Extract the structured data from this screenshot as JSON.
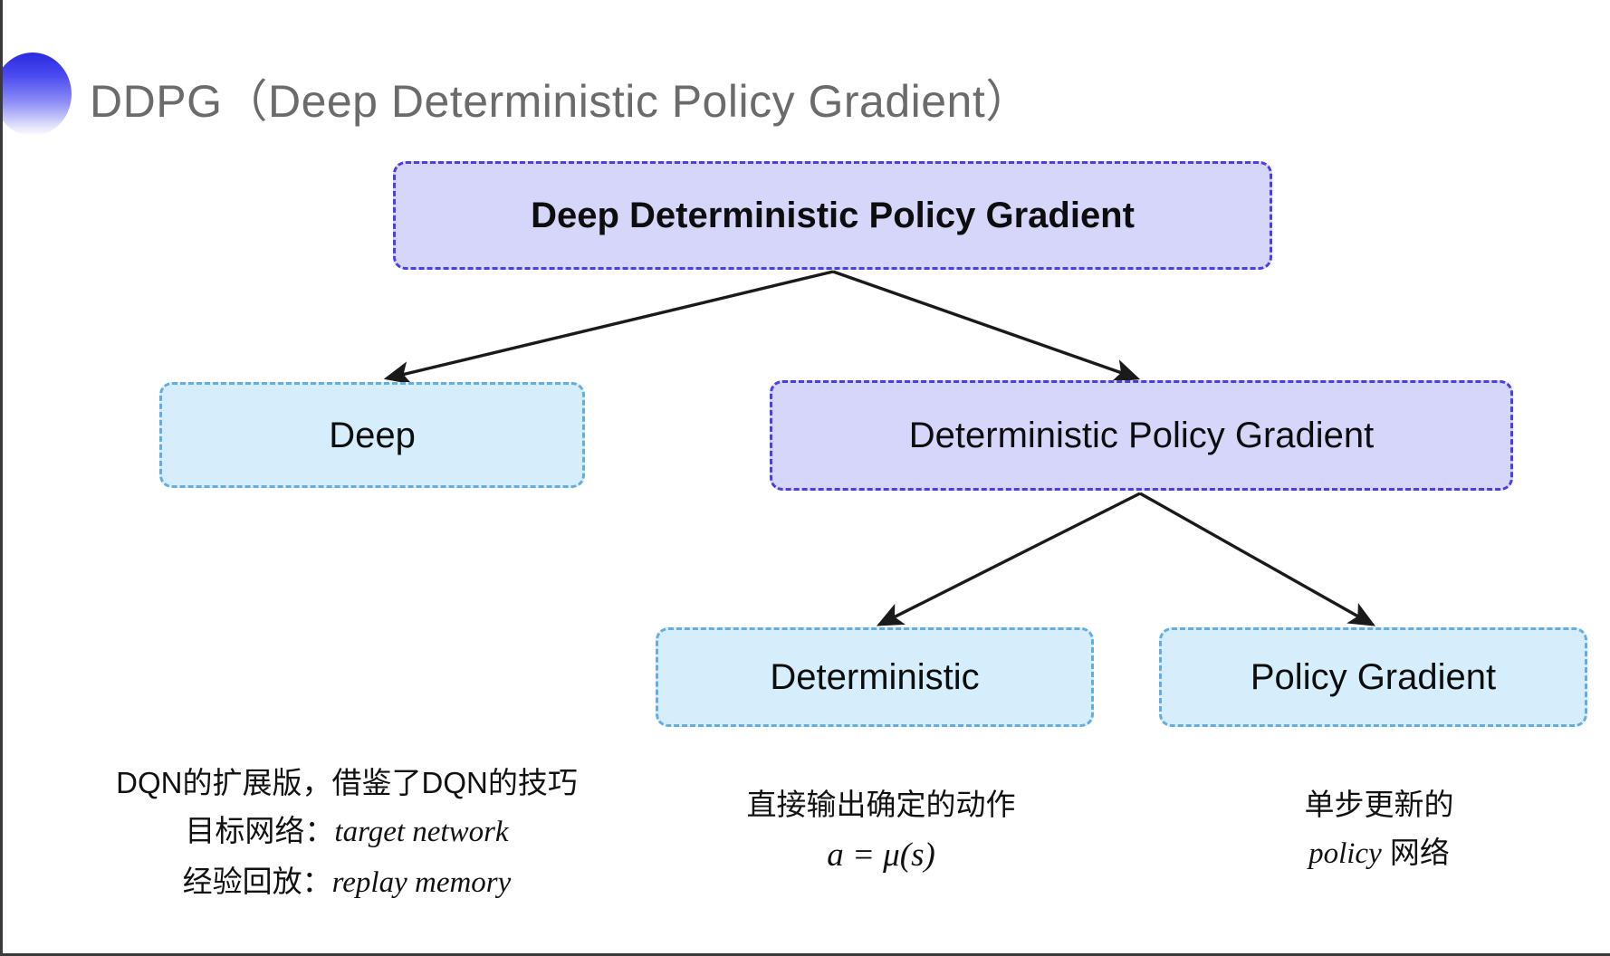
{
  "slide": {
    "title": "DDPG（Deep Deterministic Policy Gradient）",
    "background_color": "#ffffff"
  },
  "colors": {
    "purple_fill": "#d6d6fb",
    "purple_border": "#4a3fe0",
    "blue_fill": "#d6eefb",
    "blue_border": "#63aede",
    "title_text": "#6b6b6b",
    "arrow": "#1a1a1a",
    "bullet_gradient_from": "#2a2ae0",
    "bullet_gradient_to": "#ffffff"
  },
  "diagram": {
    "type": "tree",
    "nodes": {
      "root": {
        "label": "Deep Deterministic Policy Gradient",
        "style": "purple"
      },
      "deep": {
        "label": "Deep",
        "style": "blue"
      },
      "dpg": {
        "label": "Deterministic Policy Gradient",
        "style": "purple"
      },
      "deterministic": {
        "label": "Deterministic",
        "style": "blue"
      },
      "policy_gradient": {
        "label": "Policy Gradient",
        "style": "blue"
      }
    },
    "edges": [
      {
        "from": "root",
        "to": "deep"
      },
      {
        "from": "root",
        "to": "dpg"
      },
      {
        "from": "dpg",
        "to": "deterministic"
      },
      {
        "from": "dpg",
        "to": "policy_gradient"
      }
    ]
  },
  "annotations": {
    "deep": {
      "line1": "DQN的扩展版，借鉴了DQN的技巧",
      "line2_label": "目标网络：",
      "line2_term": "target network",
      "line3_label": "经验回放：",
      "line3_term": "replay memory"
    },
    "deterministic": {
      "line1": "直接输出确定的动作",
      "formula": "a = μ(s)"
    },
    "policy_gradient": {
      "line1": "单步更新的",
      "line2_term": "policy",
      "line2_suffix": " 网络"
    }
  }
}
